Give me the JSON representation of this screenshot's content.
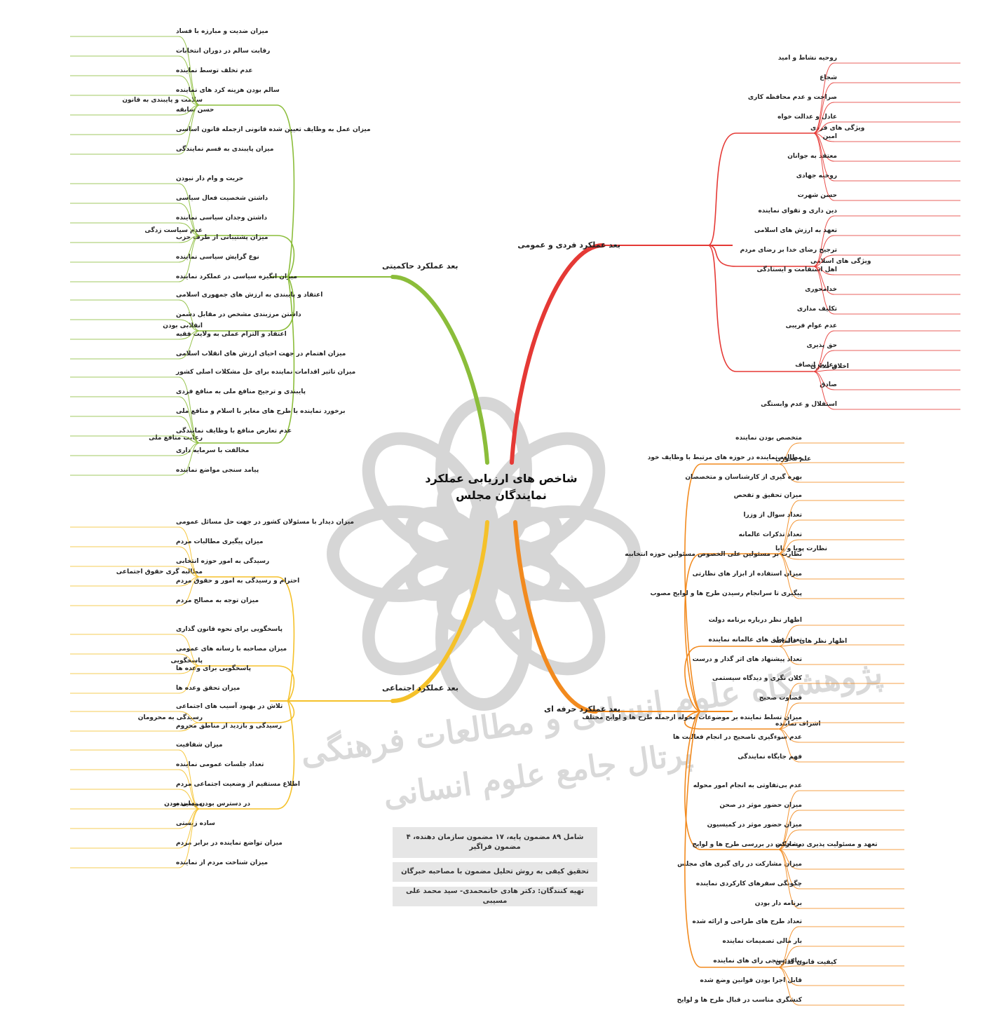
{
  "colors": {
    "red": "#e53935",
    "orange": "#f28a1e",
    "green": "#8bbd3a",
    "yellow": "#f5c12a",
    "yellow_dark": "#f2a82a",
    "orange_dark": "#e8791a",
    "watermark": "#d2d2d2"
  },
  "center": {
    "line1": "شاخص های ارزیابی عملکرد",
    "line2": "نمایندگان مجلس"
  },
  "watermark": {
    "line1": "پژوهشگاه علوم انسانی و مطالعات فرهنگی",
    "line2": "پرتال جامع علوم انسانی"
  },
  "info": [
    "شامل ۸۹ مضمون پایه، ۱۷ مضمون سازمان دهنده، ۴ مضمون فراگیر",
    "تحقیق کیفی به روش تحلیل مضمون با مصاحبه خبرگان",
    "تهیه کنندگان: دکتر هادی خانمحمدی- سید محمد علی مسیبی"
  ],
  "branches": {
    "individual": {
      "label": "بعد عملکرد فردی و عمومی",
      "groups": [
        {
          "label": "ویژگی های فردی",
          "items": [
            "روحیه نشاط و امید",
            "شجاع",
            "صراحت و عدم محافظه کاری",
            "عادل و عدالت خواه",
            "امین",
            "معتقد به جوانان",
            "روحیه جهادی",
            "حسن شهرت"
          ]
        },
        {
          "label": "ویژگی های اسلامی",
          "items": [
            "دین داری و تقوای نماینده",
            "تعهد به ارزش های اسلامی",
            "ترجیح رضای خدا بر رضای مردم",
            "اهل استقامت و ایستادگی",
            "خدامحوری",
            "تکلیف مداری"
          ]
        },
        {
          "label": "اخلاق مداری",
          "items": [
            "عدم عوام فریبی",
            "حق پذیری",
            "رعایت انصاف",
            "صادق",
            "استقلال و عدم وابستگی"
          ]
        }
      ]
    },
    "professional": {
      "label": "بعد عملکرد حرفه ای",
      "groups": [
        {
          "label": "علم محوری",
          "items": [
            "متخصص بودن نماینده",
            "مطالعه نماینده در حوزه های مرتبط با وظایف خود",
            "بهره گیری از کارشناسان و متخصصان"
          ]
        },
        {
          "label": "نظارت پویا و پایا",
          "items": [
            "میزان تحقیق و تفحص",
            "تعداد سوال از وزرا",
            "تعداد تذکرات عالمانه",
            "نظارت بر مسئولین علی الخصوص مسئولین حوزه انتخابیه",
            "میزان استفاده از ابزار های نظارتی",
            "پیگیری تا سرانجام رسیدن طرح ها و لوایح مصوب"
          ]
        },
        {
          "label": "اظهار نظر های عالمانه",
          "items": [
            "اظهار نظر درباره برنامه دولت",
            "تعداد نطق های عالمانه نماینده",
            "تعداد پیشنهاد های اثر گذار و درست"
          ]
        },
        {
          "label": "اشراف نماینده",
          "items": [
            "کلان نگری و دیدگاه سیستمی",
            "قضاوت صحیح",
            "میزان تسلط نماینده بر موضوعات محوله ازجمله طرح ها و لوایح مختلف",
            "عدم سوءگیری ناصحیح در انجام فعالیت ها",
            "فهم جایگاه نمایندگی"
          ]
        },
        {
          "label": "تعهد و مسئولیت پذیری در مجلس",
          "items": [
            "عدم بی‌تفاوتی به انجام امور محوله",
            "میزان حضور موثر در صحن",
            "میزان حضور موثر در کمیسیون",
            "مشارکت در بررسی طرح ها و لوایح",
            "میزان مشارکت در رای گیری های مجلس",
            "چگونگی سفرهای کارکردی نماینده",
            "برنامه دار بودن"
          ]
        },
        {
          "label": "کیفیت قانون گذاری",
          "items": [
            "تعداد طرح های طراحی و ارائه شده",
            "بار مالی تصمیمات نماینده",
            "پیامد سنجی رای های نماینده",
            "قابل اجرا بودن قوانین وضع شده",
            "کنشگری مناسب در قبال طرح ها و لوایح"
          ]
        }
      ]
    },
    "sovereignty": {
      "label": "بعد عملکرد حاکمیتی",
      "groups": [
        {
          "label": "سلامت و پایبندی به قانون",
          "items": [
            "میزان ضدیت و مبارزه با فساد",
            "رقابت سالم در دوران انتخابات",
            "عدم تخلف توسط نماینده",
            "سالم بودن هزینه کرد های نماینده",
            "حسن سابقه",
            "میزان عمل به وظایف تعیین شده قانونی ازجمله قانون اساسی",
            "میزان پایبندی به قسم نمایندگی"
          ]
        },
        {
          "label": "عدم سیاست زدگی",
          "items": [
            "حریت و وام دار نبودن",
            "داشتن شخصیت فعال سیاسی",
            "داشتن وجدان سیاسی نماینده",
            "میزان پشتیبانی از طرف حزب",
            "نوع گرایش سیاسی نماینده",
            "میزان انگیزه سیاسی در عملکرد نماینده"
          ]
        },
        {
          "label": "انقلابی بودن",
          "items": [
            "اعتقاد و پایبندی به ارزش های جمهوری اسلامی",
            "داشتن مرزبندی مشخص در مقابل دشمن",
            "اعتقاد و التزام عملی به ولایت فقیه",
            "میزان اهتمام در جهت احیای ارزش های انقلاب اسلامی"
          ]
        },
        {
          "label": "رعایت منافع ملی",
          "items": [
            "میزان تاثیر اقدامات نماینده برای حل مشکلات اصلی کشور",
            "پایبندی و ترجیح منافع ملی به منافع فردی",
            "برخورد نماینده با طرح های مغایر با اسلام و منافع ملی",
            "عدم تعارض منافع با وظایف نمایندگی",
            "مخالفت با سرمایه داری",
            "پیامد سنجی مواضع نماینده"
          ]
        }
      ]
    },
    "social": {
      "label": "بعد عملکرد اجتماعی",
      "groups": [
        {
          "label": "مطالبه گری حقوق اجتماعی",
          "items": [
            "میزان دیدار با مسئولان کشور در جهت حل مسائل عمومی",
            "میزان پیگیری مطالبات مردم",
            "رسیدگی به امور حوزه انتخابی",
            "احترام و رسیدگی به امور و حقوق مردم",
            "میزان توجه به مصالح مردم"
          ]
        },
        {
          "label": "پاسخگویی",
          "items": [
            "پاسخگویی برای نحوه قانون گذاری",
            "میزان مصاحبه با رسانه های عمومی",
            "پاسخگویی برای وعده ها",
            "میزان تحقق وعده ها"
          ]
        },
        {
          "label": "رسیدگی به محرومان",
          "items": [
            "تلاش در بهبود آسیب های اجتماعی",
            "رسیدگی و بازدید از مناطق محروم"
          ]
        },
        {
          "label": "مردمی بودن",
          "items": [
            "میزان شفافیت",
            "تعداد جلسات عمومی نماینده",
            "اطلاع مستقیم از وضعیت اجتماعی مردم",
            "در دسترس بودن نماینده",
            "ساده زیستی",
            "میزان تواضع نماینده در برابر مردم",
            "میزان شناخت مردم از نماینده"
          ]
        }
      ]
    }
  }
}
